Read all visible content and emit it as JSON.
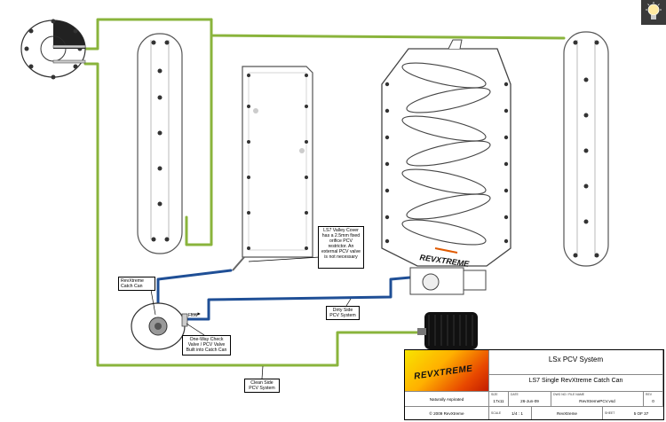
{
  "callouts": {
    "catch_can": "RevXtreme\nCatch Can",
    "valley_cover": "LS7 Valley Cover has a 2.5mm fixed orifice PCV restrictor. An external PCV valve is not necessary",
    "check_valve": "One-Way Check Valve / PCV Valve Built into Catch Can",
    "dirty_side": "Dirty Side\nPCV System",
    "clean_side": "Clean Side\nPCV System",
    "flow": "Flow"
  },
  "manifold_logo": "REVXTREME",
  "title_block": {
    "logo_text": "REVXTREME",
    "title": "LSx PCV System",
    "subtitle": "LS7 Single RevXtreme Catch Can",
    "size_label": "SIZE",
    "size_value": "17x11",
    "date_label": "DATE",
    "date_value": "26-Jun-09",
    "dwg_label": "DWG NO / FILE NAME",
    "dwg_value": "RevXtremePCV.vsd",
    "rev_label": "REV",
    "rev_value": "0",
    "aspiration": "Naturally Aspirated",
    "copyright": "© 2009 RevXtreme",
    "scale_label": "SCALE",
    "scale_value": "1/4 : 1",
    "company": "RevXtreme",
    "sheet_label": "SHEET",
    "sheet_value": "5 OF 37"
  },
  "colors": {
    "clean_hose": "#8ab43c",
    "dirty_hose": "#1f4f96",
    "outline": "#333333",
    "fill": "#ffffff"
  },
  "icons": [
    "lightbulb-icon",
    "oil-cap-icon",
    "filter-icon"
  ]
}
